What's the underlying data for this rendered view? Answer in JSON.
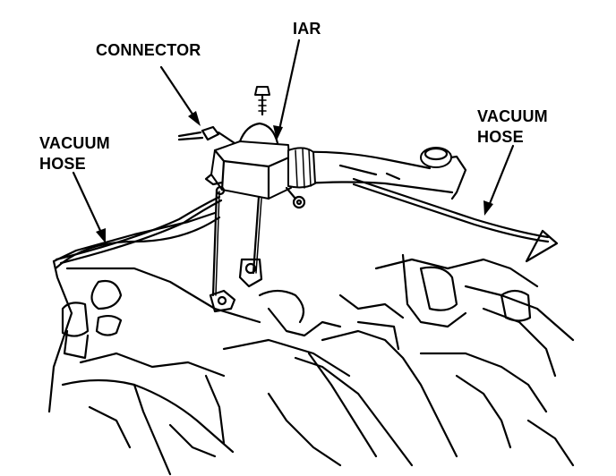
{
  "labels": {
    "connector": "CONNECTOR",
    "iar": "IAR",
    "vacuum_hose_left_line1": "VACUUM",
    "vacuum_hose_left_line2": "HOSE",
    "vacuum_hose_right_line1": "VACUUM",
    "vacuum_hose_right_line2": "HOSE"
  }
}
